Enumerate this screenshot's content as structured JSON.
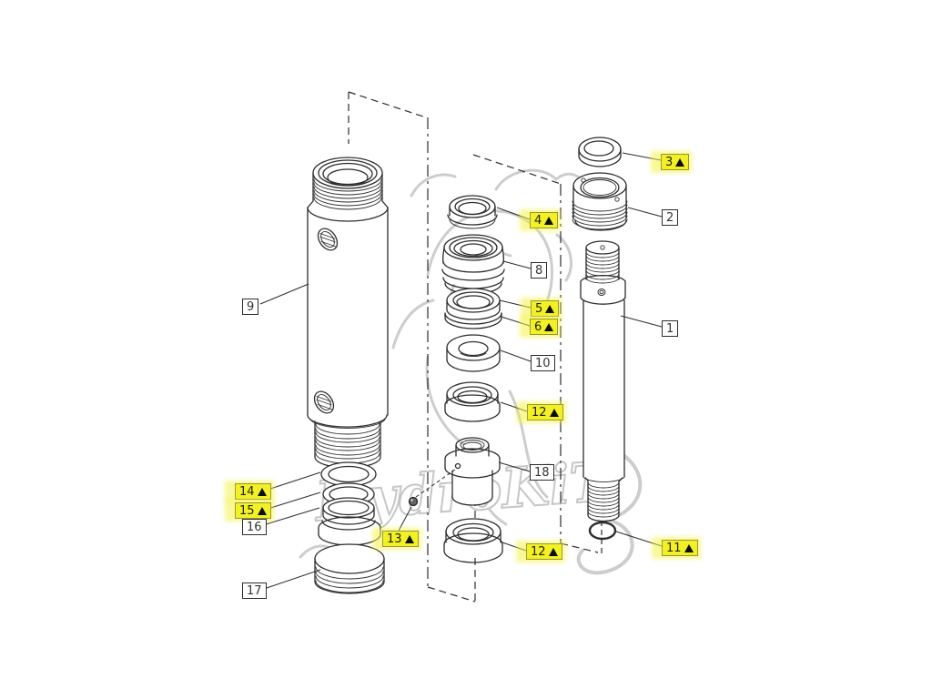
{
  "watermark": {
    "text": "HydroKiT"
  },
  "colors": {
    "highlight_yellow": "#f0ee00",
    "drawing_line": "#2d2d2d",
    "watermark_gray": "#c6c6c6",
    "callout_background": "#ffffff"
  },
  "callouts": [
    {
      "id": "callout-3",
      "text": "3",
      "warning": true
    },
    {
      "id": "callout-2",
      "text": "2",
      "warning": false
    },
    {
      "id": "callout-4",
      "text": "4",
      "warning": true
    },
    {
      "id": "callout-8",
      "text": "8",
      "warning": false
    },
    {
      "id": "callout-5",
      "text": "5",
      "warning": true
    },
    {
      "id": "callout-6",
      "text": "6",
      "warning": true
    },
    {
      "id": "callout-1",
      "text": "1",
      "warning": false
    },
    {
      "id": "callout-10",
      "text": "10",
      "warning": false
    },
    {
      "id": "callout-12-upper",
      "text": "12",
      "warning": true
    },
    {
      "id": "callout-9",
      "text": "9",
      "warning": false
    },
    {
      "id": "callout-18",
      "text": "18",
      "warning": false
    },
    {
      "id": "callout-14",
      "text": "14",
      "warning": true
    },
    {
      "id": "callout-15",
      "text": "15",
      "warning": true
    },
    {
      "id": "callout-16",
      "text": "16",
      "warning": false
    },
    {
      "id": "callout-13",
      "text": "13",
      "warning": true
    },
    {
      "id": "callout-12-lower",
      "text": "12",
      "warning": true
    },
    {
      "id": "callout-11",
      "text": "11",
      "warning": true
    },
    {
      "id": "callout-17",
      "text": "17",
      "warning": false
    }
  ]
}
